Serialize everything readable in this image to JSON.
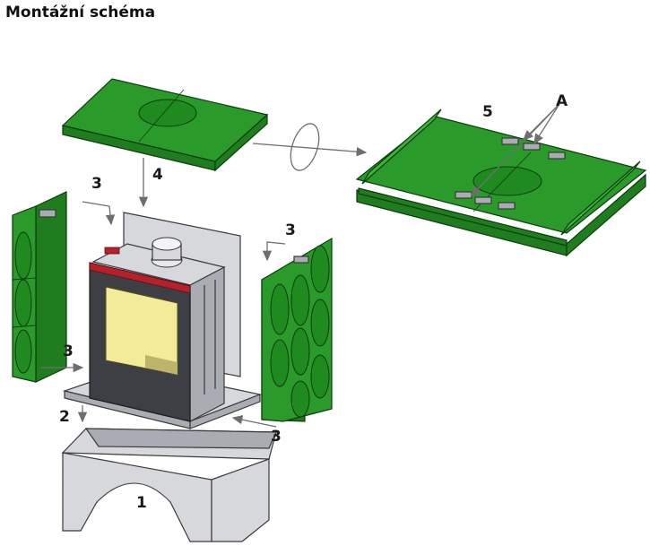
{
  "title": "Montážní schéma",
  "labels": {
    "part1": "1",
    "part2": "2",
    "part3_left": "3",
    "part3_left_low": "3",
    "part3_right": "3",
    "part3_bottom": "3",
    "part4": "4",
    "part5": "5",
    "detailA": "A"
  },
  "colors": {
    "cladding_green": "#2a9a2a",
    "stove_frame_red": "#b5202a",
    "glass_yellow": "#f2ec9a",
    "base_grey": "#d6d8dc"
  }
}
